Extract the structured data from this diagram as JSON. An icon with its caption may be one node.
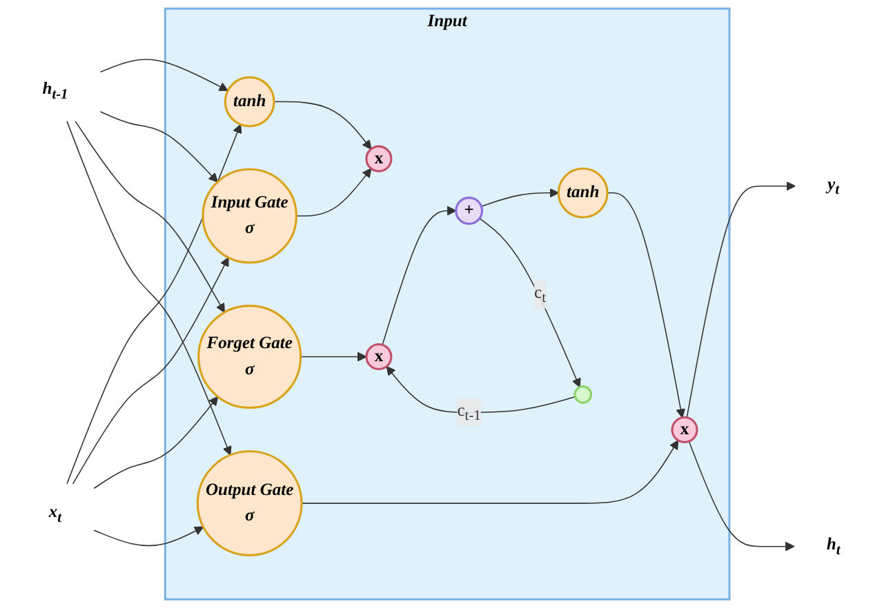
{
  "diagram": {
    "nodes": [
      {
        "text": [
          "Input"
        ]
      },
      {
        "text": [
          "tanh"
        ],
        "in": 0
      },
      {
        "text": [
          "Input Gate",
          "σ"
        ],
        "in": 0
      },
      {
        "text": [
          "Forget Gate",
          "σ"
        ],
        "in": 0
      },
      {
        "text": [
          "Output Gate",
          "σ"
        ],
        "in": 0
      },
      {
        "text": [
          "x"
        ],
        "in": 0
      },
      {
        "text": [
          "x"
        ],
        "in": 0
      },
      {
        "text": [
          "x"
        ],
        "in": 0
      },
      {
        "text": [
          "+"
        ],
        "in": 0
      },
      {
        "text": [],
        "shape": "circle",
        "in": 0
      },
      {
        "text": [
          "tanh"
        ],
        "in": 0
      },
      {
        "text": [
          "h$_{t-1}$"
        ]
      },
      {
        "text": [
          "x$_{t}$"
        ]
      },
      {
        "text": [
          "y$_{t}$"
        ]
      },
      {
        "text": [
          "h$_{t}$"
        ]
      }
    ],
    "edges": [
      {
        "from": 11,
        "to": 1,
        "arrow": "to"
      },
      {
        "from": 11,
        "to": 2,
        "arrow": "to"
      },
      {
        "from": 11,
        "to": 3,
        "arrow": "to"
      },
      {
        "from": 11,
        "to": 4,
        "arrow": "to"
      },
      {
        "from": 12,
        "to": 1,
        "arrow": "to"
      },
      {
        "from": 12,
        "to": 2,
        "arrow": "to"
      },
      {
        "from": 12,
        "to": 3,
        "arrow": "to"
      },
      {
        "from": 12,
        "to": 4,
        "arrow": "to"
      },
      {
        "from": 1,
        "to": 5,
        "arrow": "to"
      },
      {
        "from": 2,
        "to": 5,
        "arrow": "to"
      },
      {
        "from": 3,
        "to": 6,
        "arrow": "to"
      },
      {
        "from": 4,
        "to": 7,
        "arrow": "to"
      },
      {
        "from": 6,
        "to": 8,
        "arrow": "to"
      },
      {
        "from": 8,
        "to": 10,
        "arrow": "to"
      },
      {
        "from": 8,
        "to": 9,
        "arrow": "to",
        "label": "c$_{t}$"
      },
      {
        "from": 9,
        "to": 6,
        "arrow": "to",
        "label": "c$_{t-1}$"
      },
      {
        "from": 10,
        "to": 7,
        "arrow": "to"
      },
      {
        "from": 7,
        "to": 13,
        "arrow": "to"
      },
      {
        "from": 7,
        "to": 14,
        "arrow": "to"
      }
    ]
  }
}
